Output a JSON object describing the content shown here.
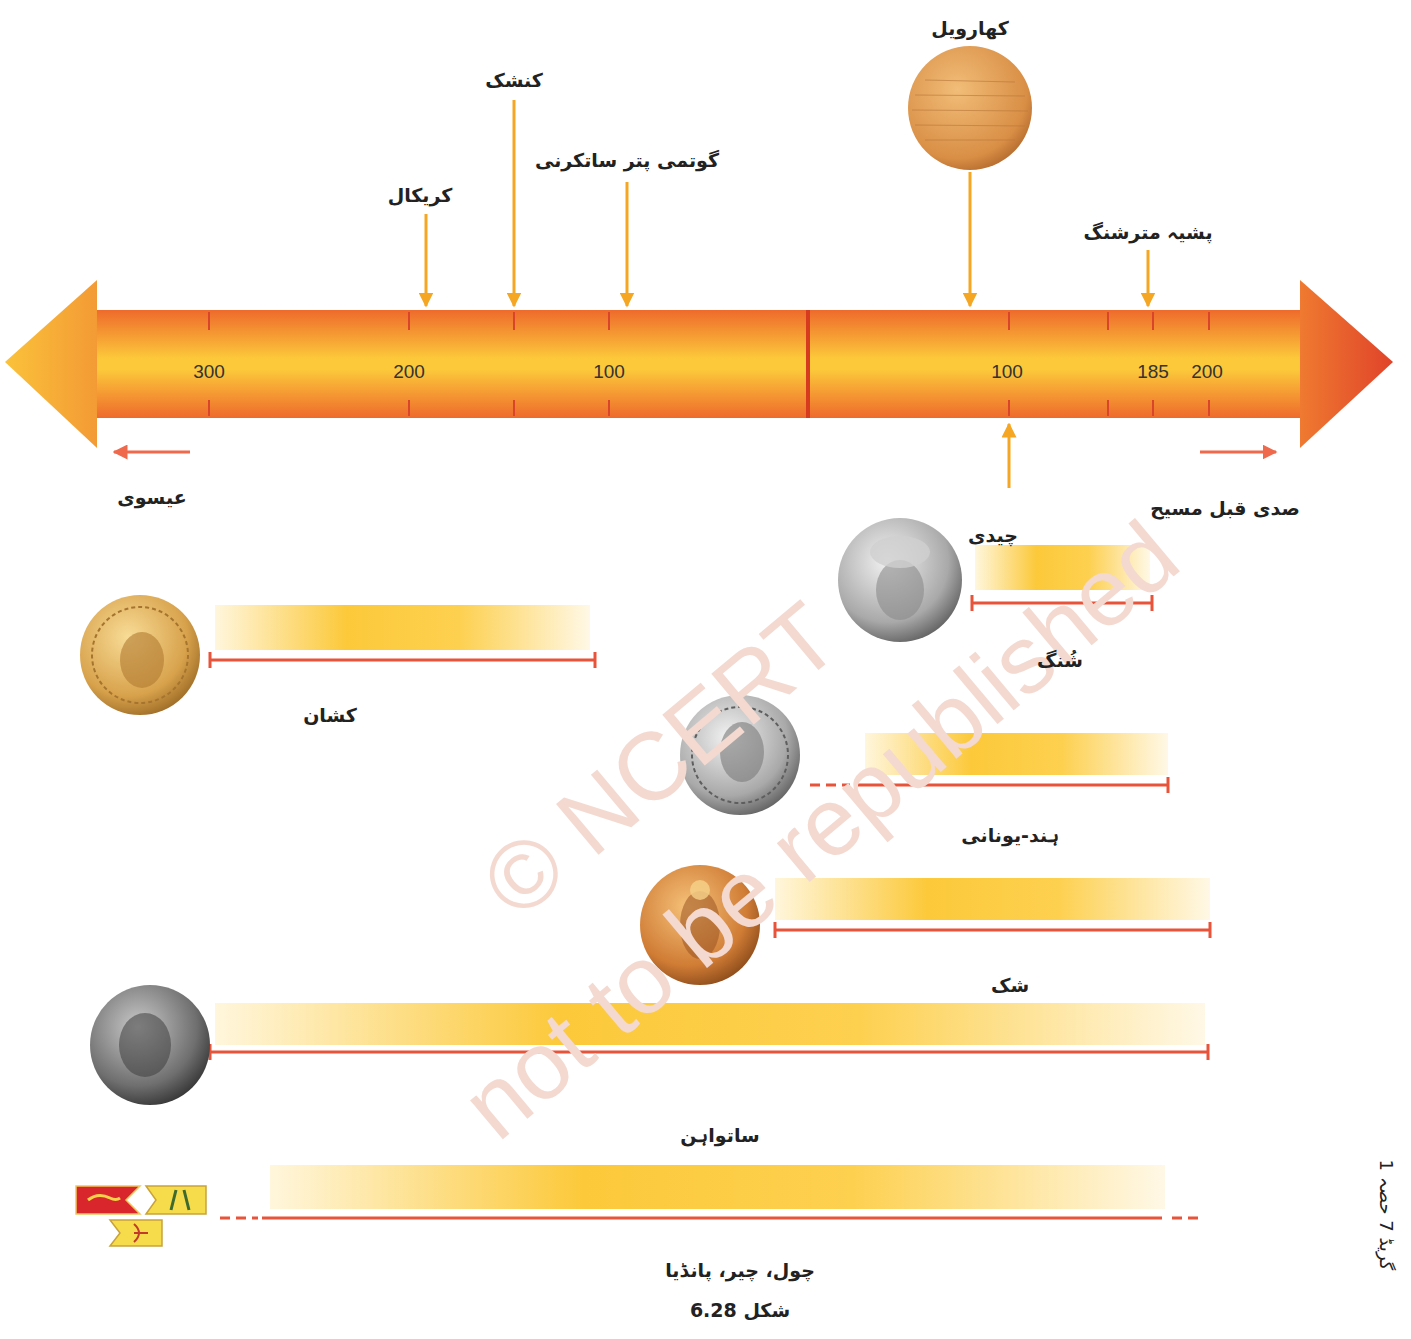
{
  "diagram": {
    "caption": "شکل 6.28",
    "nodes": [
      {
        "text": [
          "شُنگ"
        ]
      },
      {
        "text": [
          "کشان"
        ]
      },
      {
        "text": [
          "ہند-یونانی"
        ]
      },
      {
        "text": [
          "شک"
        ]
      },
      {
        "text": [
          "ساتواہن"
        ]
      },
      {
        "text": [
          "چول، چیر، پانڈیا"
        ]
      }
    ],
    "labels": [
      "کھارویل",
      "کنشک",
      "گوتمی پتر ساتکرنی",
      "کریکال",
      "پشیہ مترشنگ",
      "300",
      "200",
      "100",
      "100",
      "185",
      "200",
      "عیسوی",
      "صدی قبل مسیح",
      "چیدی",
      "گریڈ 7 حصہ 1",
      "© NCERT",
      "not to be republished"
    ]
  }
}
